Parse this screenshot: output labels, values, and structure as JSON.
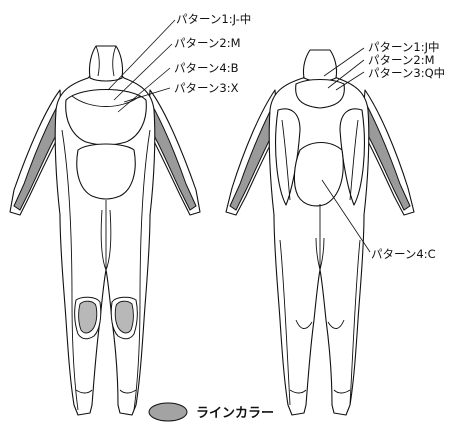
{
  "front_labels": [
    "パターン1:J-中",
    "パターン2:M",
    "パターン4:B",
    "パターン3:X"
  ],
  "back_labels": [
    "パターン1:J中",
    "パターン2:M",
    "パターン3:Q中",
    "パターン4:C"
  ],
  "legend": {
    "label": "ラインカラー",
    "swatch_color": "#a3a3a3"
  },
  "colors": {
    "line_color": "#9a9a9a",
    "outline": "#111111"
  }
}
